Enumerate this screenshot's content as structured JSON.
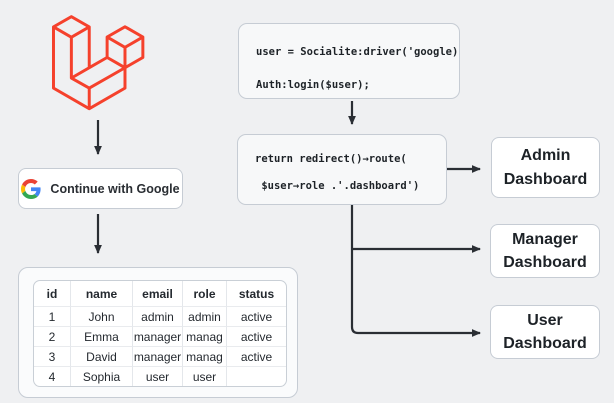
{
  "diagram_title": "Laravel Google Socialite role-based dashboard redirect flow",
  "colors": {
    "background": "#eff0f2",
    "arrow": "#2a2e34",
    "laravel_red": "#f5412c",
    "box_border": "#c6ccd4",
    "code_background": "#f7f8f9",
    "text_dark": "#1d2227",
    "google_blue": "#4285F4",
    "google_red": "#EA4335",
    "google_yellow": "#FBBC05",
    "google_green": "#34A853"
  },
  "google_button": {
    "label": "Continue with Google"
  },
  "code1": {
    "lines": [
      "user = Socialite:driver('google)",
      "Auth:login($user);"
    ]
  },
  "code2": {
    "lines": [
      "return redirect()→route(",
      " $user→role .'.dashboard')"
    ]
  },
  "dashboards": [
    {
      "line1": "Admin",
      "line2": "Dashboard"
    },
    {
      "line1": "Manager",
      "line2": "Dashboard"
    },
    {
      "line1": "User",
      "line2": "Dashboard"
    }
  ],
  "table": {
    "headers": [
      "id",
      "name",
      "email",
      "role",
      "status"
    ],
    "rows": [
      [
        "1",
        "John",
        "admin",
        "admin",
        "active"
      ],
      [
        "2",
        "Emma",
        "manager",
        "manag",
        "active"
      ],
      [
        "3",
        "David",
        "manager",
        "manag",
        "active"
      ],
      [
        "4",
        "Sophia",
        "user",
        "user",
        ""
      ]
    ]
  }
}
